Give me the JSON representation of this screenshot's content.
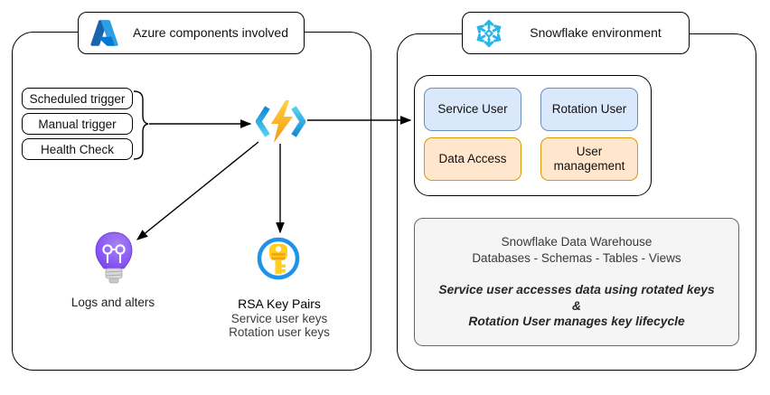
{
  "colors": {
    "blue_fill": "#dae8fc",
    "blue_border": "#6c8ebf",
    "orange_fill": "#ffe6cc",
    "orange_border": "#d79b00",
    "gray_fill": "#f5f5f5",
    "gray_border": "#666666",
    "snowflake_blue": "#29b5e8",
    "azure_dark_blue": "#1b63ad",
    "azure_blue": "#0078d4",
    "azure_light_blue": "#2e9fe2",
    "bolt_yellow": "#ffd23c",
    "bolt_orange": "#f59714",
    "chevron_dark": "#1489d2",
    "chevron_light": "#54d2f2",
    "bulb_purple": "#7a3ff0",
    "bulb_purple_light": "#a683f5",
    "key_gold": "#ffce1f",
    "key_gold_dark": "#f0a513",
    "key_ring_blue": "#1f93e8",
    "arrow_black": "#000000"
  },
  "azure_panel": {
    "title": "Azure components involved",
    "triggers": [
      "Scheduled trigger",
      "Manual trigger",
      "Health Check"
    ],
    "logs_label": "Logs and alters",
    "rsa_title": "RSA Key Pairs",
    "rsa_line1": "Service user keys",
    "rsa_line2": "Rotation user keys"
  },
  "snowflake_panel": {
    "title": "Snowflake environment",
    "role_boxes": [
      "Service User",
      "Rotation User",
      "Data Access",
      "User management"
    ],
    "warehouse": {
      "line1": "Snowflake Data Warehouse",
      "line2": "Databases - Schemas - Tables - Views",
      "emph1": "Service user accesses data using rotated keys",
      "emph2": "&",
      "emph3": "Rotation User manages key lifecycle"
    }
  },
  "icons": {
    "azure_logo": "azure-logo",
    "snowflake_logo": "snowflake-logo",
    "function_bolt": "azure-function-icon",
    "lightbulb": "lightbulb-icon",
    "rsa_key": "rsa-key-icon"
  }
}
